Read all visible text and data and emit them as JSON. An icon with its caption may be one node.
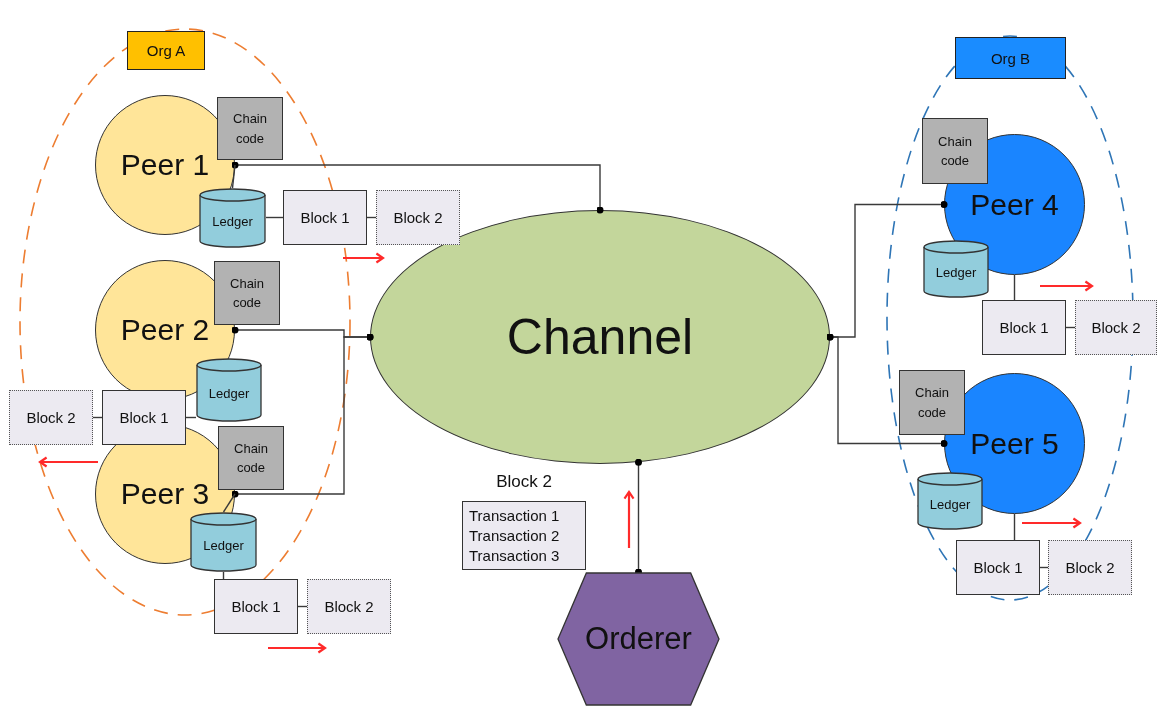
{
  "diagram": {
    "nodes": [
      {
        "text": [
          "Org A"
        ]
      },
      {
        "text": [
          "Peer 1"
        ]
      },
      {
        "text": [
          "Chain code"
        ]
      },
      {
        "text": [
          "Ledger"
        ]
      },
      {
        "text": [
          "Block 1"
        ]
      },
      {
        "text": [
          "Block 2"
        ]
      },
      {
        "text": [
          "Peer 2"
        ]
      },
      {
        "text": [
          "Chain code"
        ]
      },
      {
        "text": [
          "Ledger"
        ]
      },
      {
        "text": [
          "Block 1"
        ]
      },
      {
        "text": [
          "Block 2"
        ]
      },
      {
        "text": [
          "Peer 3"
        ]
      },
      {
        "text": [
          "Chain code"
        ]
      },
      {
        "text": [
          "Ledger"
        ]
      },
      {
        "text": [
          "Block 1"
        ]
      },
      {
        "text": [
          "Block 2"
        ]
      },
      {
        "text": [
          "Channel"
        ]
      },
      {
        "text": [
          "Block 2",
          "Transaction 1",
          "Transaction 2",
          "Transaction 3"
        ]
      },
      {
        "text": [
          "Orderer"
        ]
      },
      {
        "text": [
          "Org B"
        ]
      },
      {
        "text": [
          "Chain code"
        ]
      },
      {
        "text": [
          "Peer 4"
        ]
      },
      {
        "text": [
          "Ledger"
        ]
      },
      {
        "text": [
          "Block 1"
        ]
      },
      {
        "text": [
          "Block 2"
        ]
      },
      {
        "text": [
          "Chain code"
        ]
      },
      {
        "text": [
          "Peer 5"
        ]
      },
      {
        "text": [
          "Ledger"
        ]
      },
      {
        "text": [
          "Block 1"
        ]
      },
      {
        "text": [
          "Block 2"
        ]
      }
    ],
    "edges": [
      {
        "from": 1,
        "to": 16,
        "arrow": "other"
      },
      {
        "from": 1,
        "to": 3,
        "arrow": "none"
      },
      {
        "from": 3,
        "to": 4,
        "arrow": "none"
      },
      {
        "from": 4,
        "to": 5,
        "arrow": "none"
      },
      {
        "from": 6,
        "to": 16,
        "arrow": "other"
      },
      {
        "from": 8,
        "to": 9,
        "arrow": "none"
      },
      {
        "from": 9,
        "to": 10,
        "arrow": "none"
      },
      {
        "from": 11,
        "to": 16,
        "arrow": "other"
      },
      {
        "from": 11,
        "to": 13,
        "arrow": "none"
      },
      {
        "from": 13,
        "to": 14,
        "arrow": "none"
      },
      {
        "from": 14,
        "to": 15,
        "arrow": "none"
      },
      {
        "from": 16,
        "to": 18,
        "arrow": "other"
      },
      {
        "from": 16,
        "to": 21,
        "arrow": "other"
      },
      {
        "from": 16,
        "to": 26,
        "arrow": "other"
      },
      {
        "from": 21,
        "to": 23,
        "arrow": "none"
      },
      {
        "from": 23,
        "to": 24,
        "arrow": "none"
      },
      {
        "from": 26,
        "to": 28,
        "arrow": "none"
      },
      {
        "from": 28,
        "to": 29,
        "arrow": "none"
      }
    ]
  }
}
